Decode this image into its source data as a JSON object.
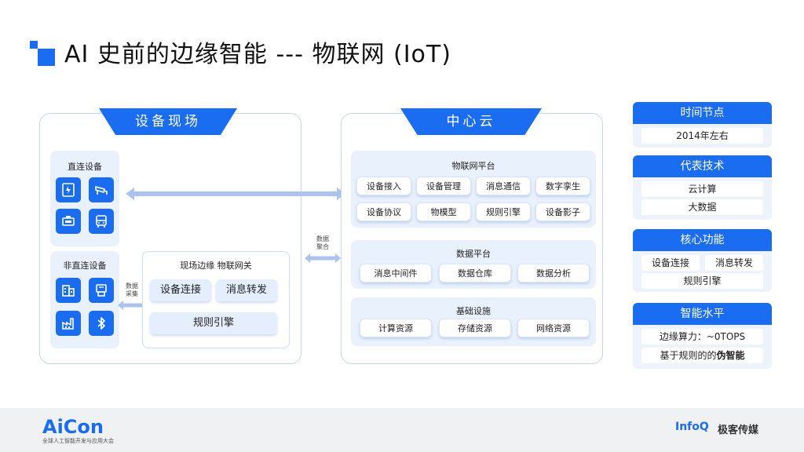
{
  "title": "AI 史前的边缘智能 --- 物联网 (IoT)",
  "colors": {
    "accent": "#1a6cf0",
    "panel": "#e9f1fd",
    "arrow": "#aac4ee"
  },
  "field": {
    "tab": "设备现场",
    "direct": {
      "label": "直连设备",
      "icons": [
        "charging-station-icon",
        "surveillance-camera-icon",
        "engine-icon",
        "bus-icon"
      ]
    },
    "indirect": {
      "label": "非直连设备",
      "icons": [
        "building-icon",
        "kiosk-icon",
        "factory-icon",
        "bluetooth-icon"
      ]
    },
    "collect_note": [
      "数据",
      "采集"
    ],
    "gateway": {
      "label": "现场边缘  物联网关",
      "btn1": "设备连接",
      "btn2": "消息转发",
      "btn3": "规则引擎"
    }
  },
  "aggregate_note": [
    "数据",
    "聚合"
  ],
  "cloud": {
    "tab": "中心云",
    "iot_platform": {
      "label": "物联网平台",
      "items": [
        "设备接入",
        "设备管理",
        "消息通信",
        "数字孪生",
        "设备协议",
        "物模型",
        "规则引擎",
        "设备影子"
      ]
    },
    "data_platform": {
      "label": "数据平台",
      "items": [
        "消息中间件",
        "数据仓库",
        "数据分析"
      ]
    },
    "infra": {
      "label": "基础设施",
      "items": [
        "计算资源",
        "存储资源",
        "网络资源"
      ]
    }
  },
  "sidebar": {
    "time": {
      "head": "时间节点",
      "items": [
        "2014年左右"
      ]
    },
    "tech": {
      "head": "代表技术",
      "items": [
        "云计算",
        "大数据"
      ]
    },
    "core": {
      "head": "核心功能",
      "items": [
        "设备连接",
        "消息转发",
        "规则引擎"
      ]
    },
    "level": {
      "head": "智能水平",
      "item1": "边缘算力：~0TOPS",
      "item2_prefix": "基于规则的的",
      "item2_bold": "伪智能"
    }
  },
  "footer": {
    "brand": "AiCon",
    "brand_sub": "全球人工智能开发与应用大会",
    "partner1": "InfoQ",
    "partner2": "极客传媒"
  }
}
